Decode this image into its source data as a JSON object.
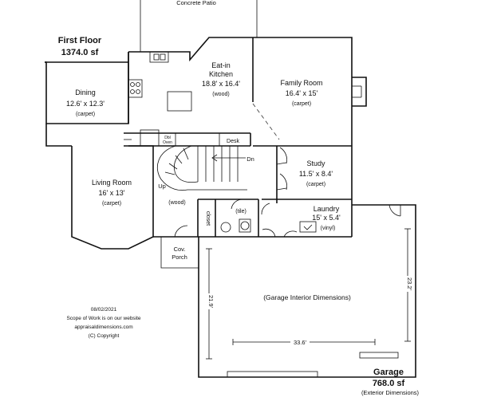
{
  "header": {
    "patio": "Concrete Patio",
    "floor_name": "First Floor",
    "floor_area": "1374.0 sf"
  },
  "rooms": {
    "kitchen": {
      "name_line1": "Eat-in",
      "name_line2": "Kitchen",
      "dims": "18.8' x 16.4'",
      "floor": "(wood)"
    },
    "dining": {
      "name": "Dining",
      "dims": "12.6' x 12.3'",
      "floor": "(carpet)"
    },
    "family": {
      "name": "Family Room",
      "dims": "16.4' x 15'",
      "floor": "(carpet)"
    },
    "living": {
      "name": "Living Room",
      "dims": "16' x 13'",
      "floor": "(carpet)"
    },
    "study": {
      "name": "Study",
      "dims": "11.5' x 8.4'",
      "floor": "(carpet)"
    },
    "laundry": {
      "name": "Laundry",
      "dims": "15' x 5.4'",
      "floor": "(vinyl)"
    },
    "foyer_floor": "(wood)",
    "bath_floor": "(tile)",
    "closet": "closet",
    "porch_line1": "Cov.",
    "porch_line2": "Porch"
  },
  "fixtures": {
    "dbl_oven_line1": "Dbl",
    "dbl_oven_line2": "Oven",
    "desk": "Desk",
    "stairs_down": "Dn",
    "stairs_up": "Up"
  },
  "garage": {
    "interior_label": "(Garage Interior Dimensions)",
    "width_dim": "33.6'",
    "depth_left": "21.9'",
    "depth_right": "23.2'",
    "title": "Garage",
    "area": "768.0 sf",
    "note": "(Exterior Dimensions)"
  },
  "footer": {
    "date": "08/02/2021",
    "scope": "Scope of Work is on our website",
    "website": "appraisaldimensions.com",
    "copyright": "(C) Copyright"
  }
}
